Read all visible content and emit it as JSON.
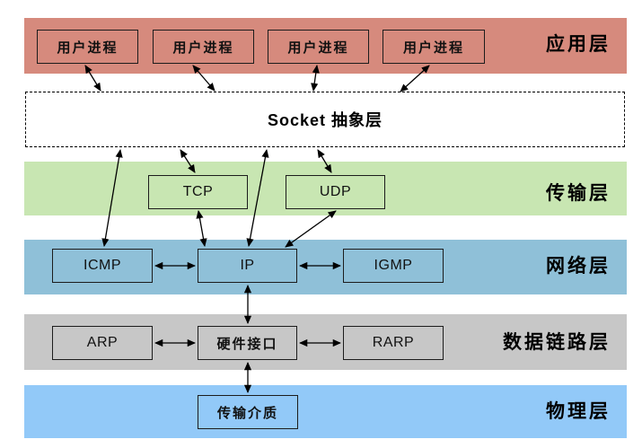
{
  "diagram": {
    "socket": {
      "label": "Socket 抽象层"
    },
    "layers": [
      {
        "id": "application",
        "label": "应用层",
        "color": "#d68a7d"
      },
      {
        "id": "transport",
        "label": "传输层",
        "color": "#c8e6b2"
      },
      {
        "id": "network",
        "label": "网络层",
        "color": "#8fc0d8"
      },
      {
        "id": "datalink",
        "label": "数据链路层",
        "color": "#c7c7c7"
      },
      {
        "id": "physical",
        "label": "物理层",
        "color": "#92c9f8"
      }
    ],
    "app_processes": [
      {
        "label": "用户进程"
      },
      {
        "label": "用户进程"
      },
      {
        "label": "用户进程"
      },
      {
        "label": "用户进程"
      }
    ],
    "nodes": {
      "tcp": {
        "label": "TCP"
      },
      "udp": {
        "label": "UDP"
      },
      "icmp": {
        "label": "ICMP"
      },
      "ip": {
        "label": "IP"
      },
      "igmp": {
        "label": "IGMP"
      },
      "arp": {
        "label": "ARP"
      },
      "hardware_interface": {
        "label": "硬件接口"
      },
      "rarp": {
        "label": "RARP"
      },
      "transmission_medium": {
        "label": "传输介质"
      }
    }
  }
}
